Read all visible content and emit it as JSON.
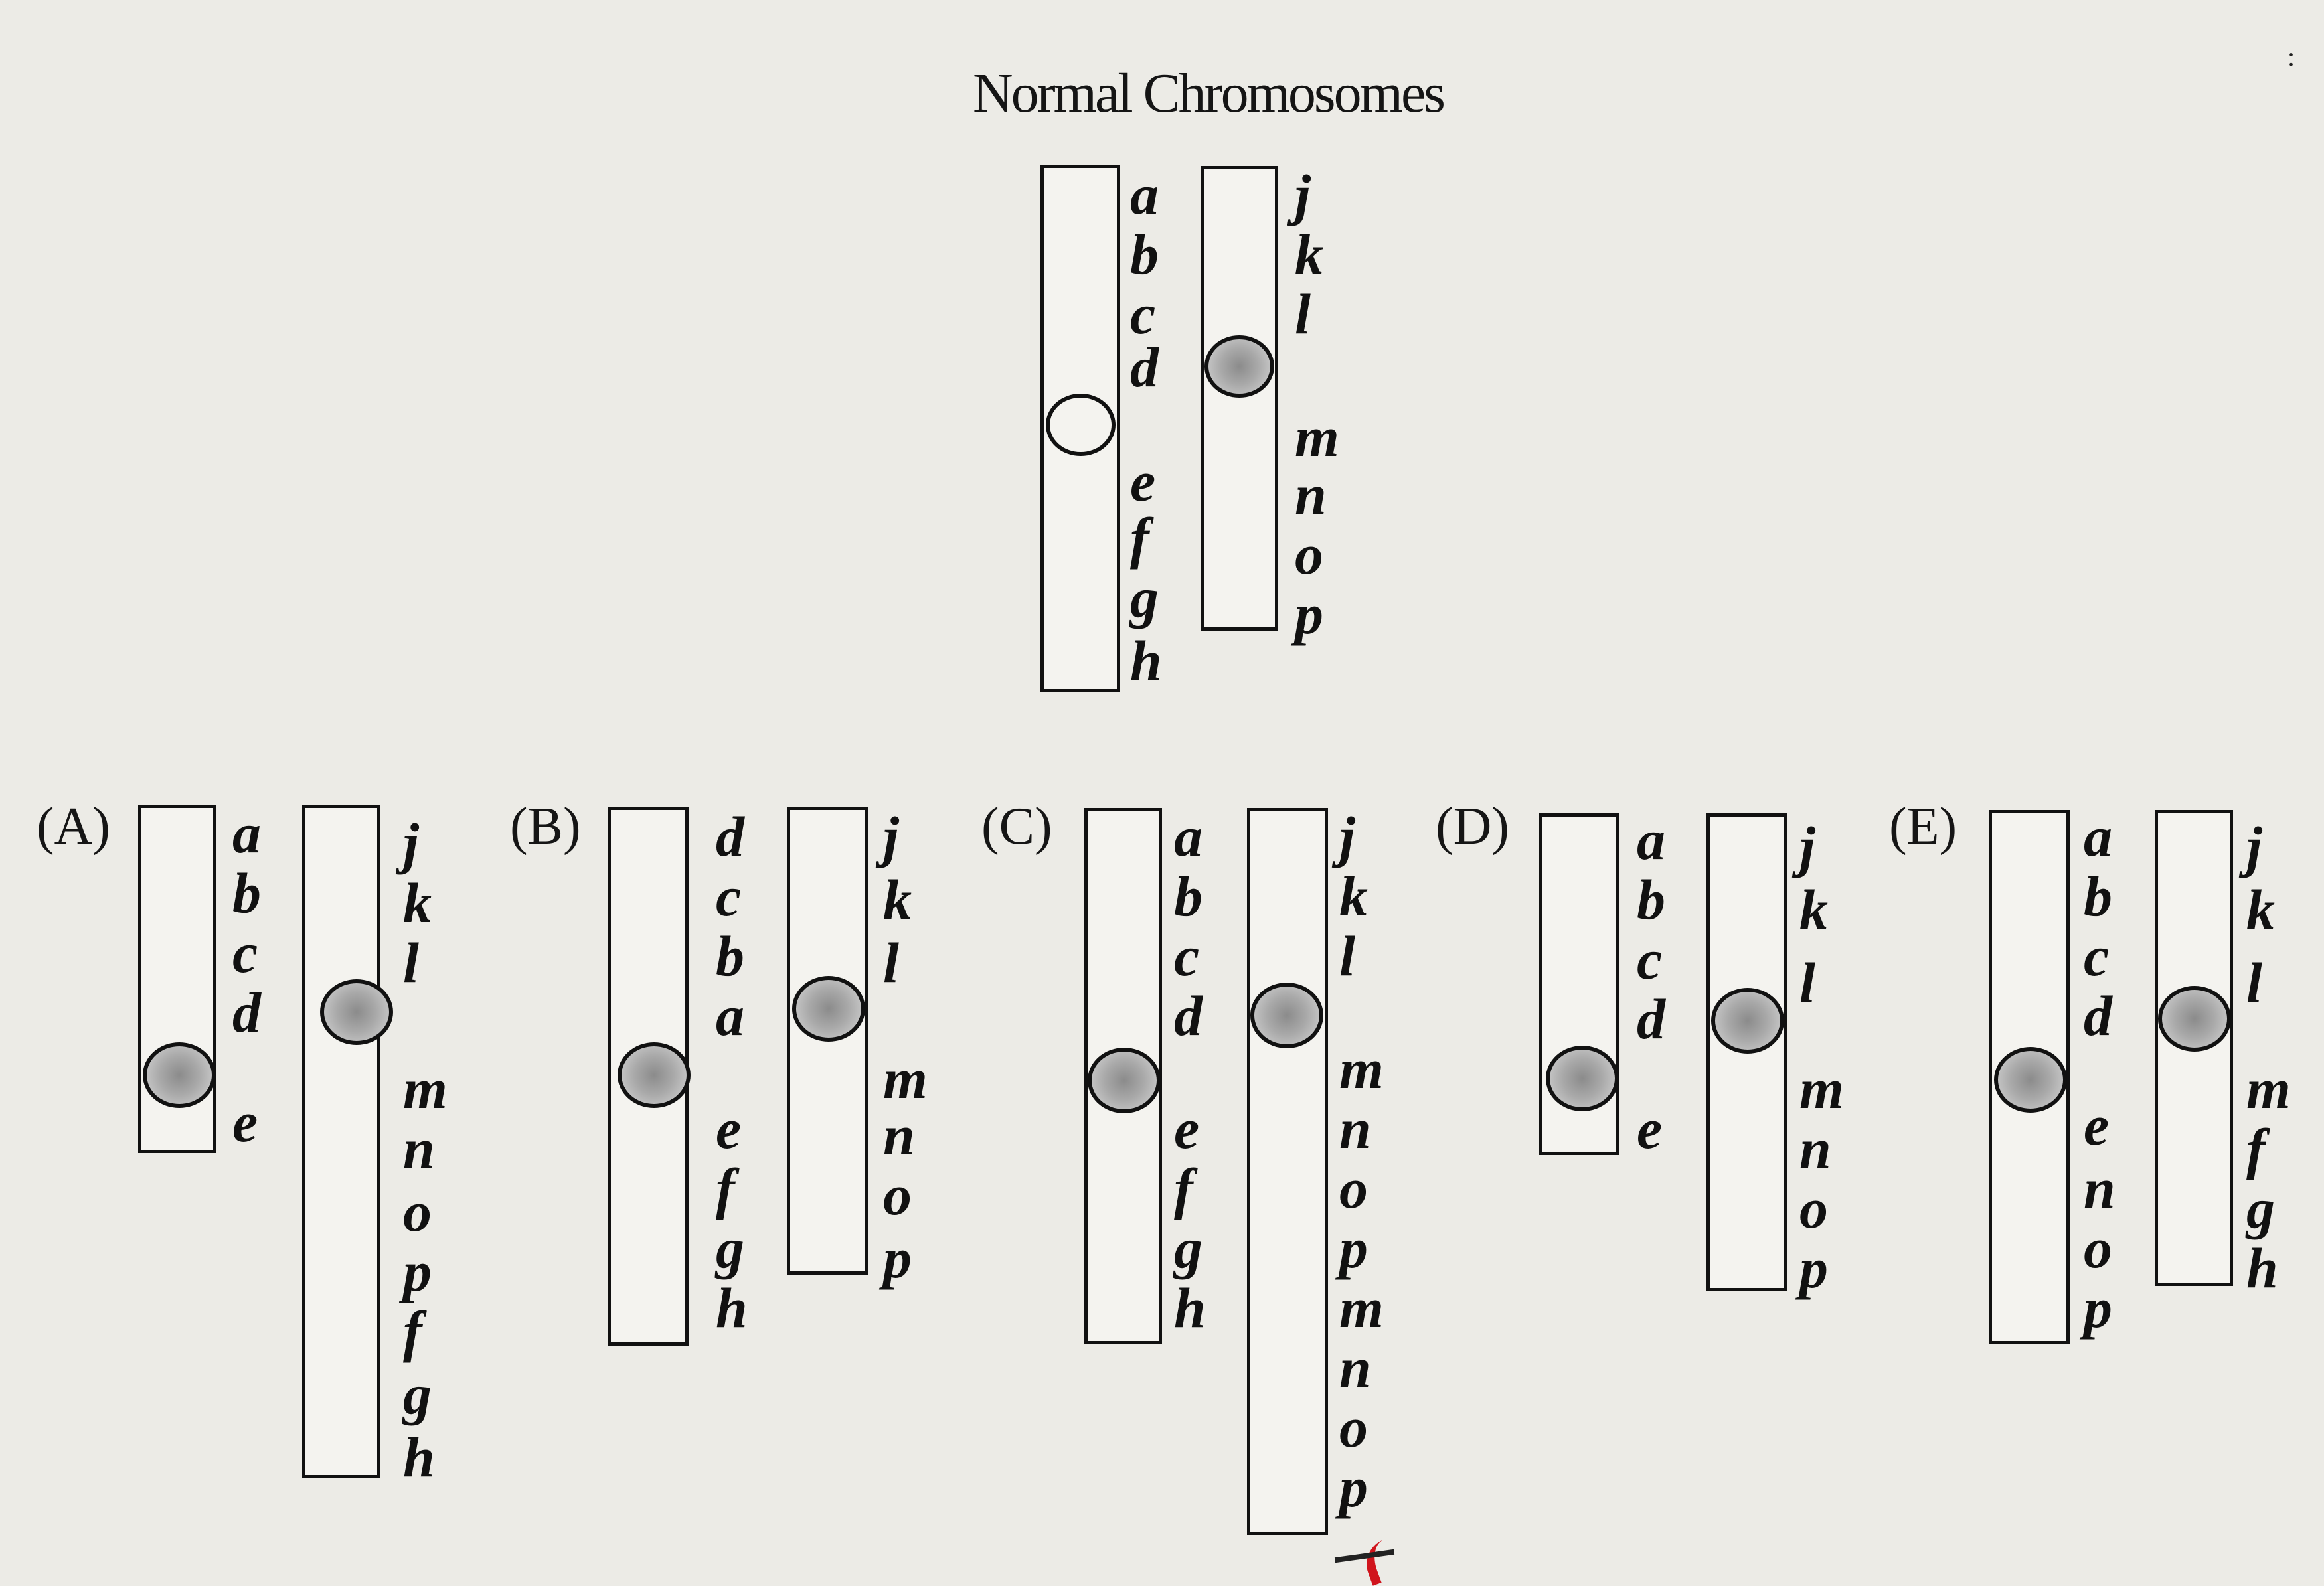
{
  "title": "Normal Chromosomes",
  "icons": {
    "centromere": "centromere-icon"
  },
  "colors": {
    "centromere_fill": "#a9a9a9",
    "outline": "#111111",
    "background": "#ecebe6"
  },
  "corner_mark": ":",
  "normal": [
    {
      "genes": [
        "a",
        "b",
        "c",
        "d",
        "e",
        "f",
        "g",
        "h"
      ],
      "centromere_after": 4,
      "centromere_style": "open"
    },
    {
      "genes": [
        "j",
        "k",
        "l",
        "m",
        "n",
        "o",
        "p"
      ],
      "centromere_after": 3,
      "centromere_style": "shaded"
    }
  ],
  "options": [
    {
      "label": "(A)",
      "chromosomes": [
        {
          "genes": [
            "a",
            "b",
            "c",
            "d",
            "e"
          ],
          "centromere_after": 4
        },
        {
          "genes": [
            "j",
            "k",
            "l",
            "m",
            "n",
            "o",
            "p",
            "f",
            "g",
            "h"
          ],
          "centromere_after": 3
        }
      ]
    },
    {
      "label": "(B)",
      "chromosomes": [
        {
          "genes": [
            "d",
            "c",
            "b",
            "a",
            "e",
            "f",
            "g",
            "h"
          ],
          "centromere_after": 4
        },
        {
          "genes": [
            "j",
            "k",
            "l",
            "m",
            "n",
            "o",
            "p"
          ],
          "centromere_after": 3
        }
      ]
    },
    {
      "label": "(C)",
      "chromosomes": [
        {
          "genes": [
            "a",
            "b",
            "c",
            "d",
            "e",
            "f",
            "g",
            "h"
          ],
          "centromere_after": 4
        },
        {
          "genes": [
            "j",
            "k",
            "l",
            "m",
            "n",
            "o",
            "p",
            "m",
            "n",
            "o",
            "p"
          ],
          "centromere_after": 3
        }
      ]
    },
    {
      "label": "(D)",
      "chromosomes": [
        {
          "genes": [
            "a",
            "b",
            "c",
            "d",
            "e"
          ],
          "centromere_after": 4
        },
        {
          "genes": [
            "j",
            "k",
            "l",
            "m",
            "n",
            "o",
            "p"
          ],
          "centromere_after": 3
        }
      ]
    },
    {
      "label": "(E)",
      "chromosomes": [
        {
          "genes": [
            "a",
            "b",
            "c",
            "d",
            "e",
            "n",
            "o",
            "p"
          ],
          "centromere_after": 4
        },
        {
          "genes": [
            "j",
            "k",
            "l",
            "m",
            "f",
            "g",
            "h"
          ],
          "centromere_after": 3
        }
      ]
    }
  ]
}
